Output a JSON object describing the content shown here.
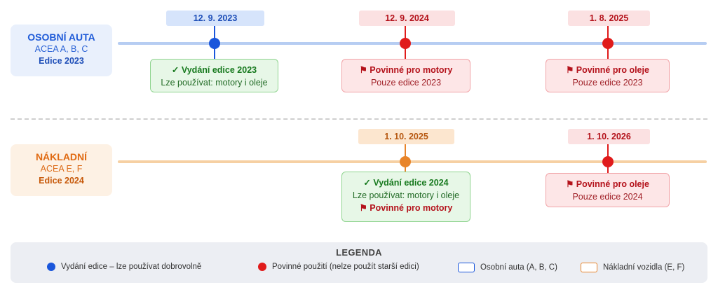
{
  "categories": {
    "cars": {
      "title": "OSOBNÍ AUTA",
      "subtitle": "ACEA A, B, C",
      "edition": "Edice 2023"
    },
    "trucks": {
      "title": "NÁKLADNÍ",
      "subtitle": "ACEA E, F",
      "edition": "Edice 2024"
    }
  },
  "cars_events": [
    {
      "date": "12. 9. 2023",
      "line1": "✓ Vydání edice 2023",
      "line2": "Lze používat: motory i oleje"
    },
    {
      "date": "12. 9. 2024",
      "line1": "⚑ Povinné pro motory",
      "line2": "Pouze edice 2023"
    },
    {
      "date": "1. 8. 2025",
      "line1": "⚑ Povinné pro oleje",
      "line2": "Pouze edice 2023"
    }
  ],
  "trucks_events": [
    {
      "date": "1. 10. 2025",
      "line1": "✓ Vydání edice 2024",
      "line2": "Lze používat: motory i oleje",
      "line3": "⚑ Povinné pro motory"
    },
    {
      "date": "1. 10. 2026",
      "line1": "⚑ Povinné pro oleje",
      "line2": "Pouze edice 2024"
    }
  ],
  "legend": {
    "title": "LEGENDA",
    "items": [
      {
        "label": "Vydání edice – lze používat dobrovolně",
        "color": "#1a56db"
      },
      {
        "label": "Povinné použití (nelze použít starší edici)",
        "color": "#e01b1b"
      },
      {
        "label": "Osobní auta (A, B, C)",
        "color": "#1a56db"
      },
      {
        "label": "Nákladní vozidla (E, F)",
        "color": "#e8842a"
      }
    ]
  },
  "colors": {
    "blue": "#1a56db",
    "red": "#e01b1b",
    "orange": "#e8842a",
    "green": "#187a1f"
  }
}
